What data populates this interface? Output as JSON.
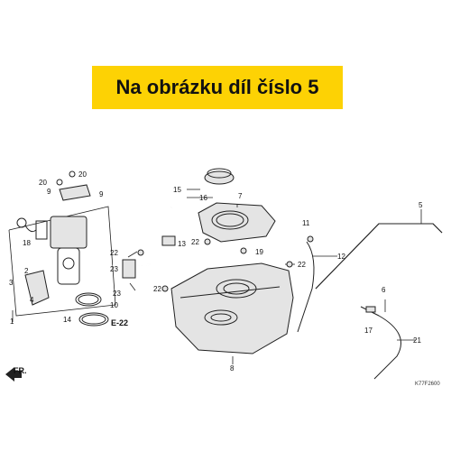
{
  "banner": {
    "text": "Na obrázku díl číslo 5",
    "background": "#fdd204"
  },
  "callouts": {
    "c1": "1",
    "c2": "2",
    "c3": "3",
    "c4": "4",
    "c5": "5",
    "c6": "6",
    "c7": "7",
    "c8": "8",
    "c9a": "9",
    "c9b": "9",
    "c10": "10",
    "c11": "11",
    "c12": "12",
    "c13": "13",
    "c14": "14",
    "c15": "15",
    "c16": "16",
    "c17": "17",
    "c18": "18",
    "c19": "19",
    "c20a": "20",
    "c20b": "20",
    "c21": "21",
    "c22a": "22",
    "c22b": "22",
    "c22c": "22",
    "c22d": "22",
    "c23a": "23",
    "c23b": "23"
  },
  "ref_label": "E-22",
  "front_label": "FR.",
  "diagram_code": "K77F2600"
}
